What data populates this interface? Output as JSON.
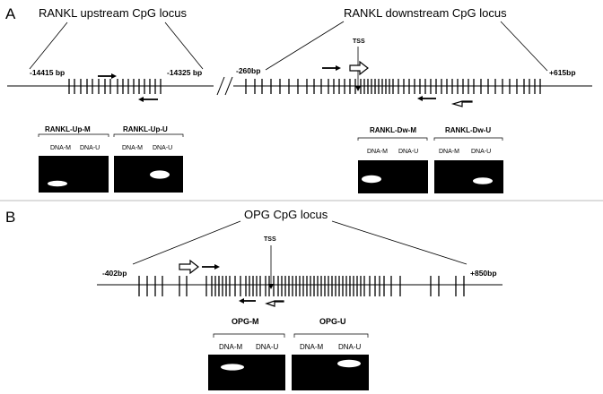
{
  "panels": {
    "A": {
      "label": "A",
      "upstream": {
        "title": "RANKL upstream CpG locus",
        "start": "-14415 bp",
        "end": "-14325 bp"
      },
      "downstream": {
        "title": "RANKL downstream CpG locus",
        "start": "-260bp",
        "end": "+615bp",
        "tss": "TSS"
      },
      "gels": [
        {
          "name": "RANKL-Up-M",
          "lanes": [
            "DNA-M",
            "DNA-U"
          ],
          "band_in_lane": 0
        },
        {
          "name": "RANKL-Up-U",
          "lanes": [
            "DNA-M",
            "DNA-U"
          ],
          "band_in_lane": 1
        },
        {
          "name": "RANKL-Dw-M",
          "lanes": [
            "DNA-M",
            "DNA-U"
          ],
          "band_in_lane": 0
        },
        {
          "name": "RANKL-Dw-U",
          "lanes": [
            "DNA-M",
            "DNA-U"
          ],
          "band_in_lane": 1
        }
      ]
    },
    "B": {
      "label": "B",
      "locus": {
        "title": "OPG CpG locus",
        "start": "-402bp",
        "end": "+850bp",
        "tss": "TSS"
      },
      "gels": [
        {
          "name": "OPG-M",
          "lanes": [
            "DNA-M",
            "DNA-U"
          ],
          "band_in_lane": 0
        },
        {
          "name": "OPG-U",
          "lanes": [
            "DNA-M",
            "DNA-U"
          ],
          "band_in_lane": 1
        }
      ]
    }
  },
  "colors": {
    "ink": "#000000",
    "gel": "#000000",
    "band": "#ffffff",
    "divider": "#bbbbbb"
  }
}
